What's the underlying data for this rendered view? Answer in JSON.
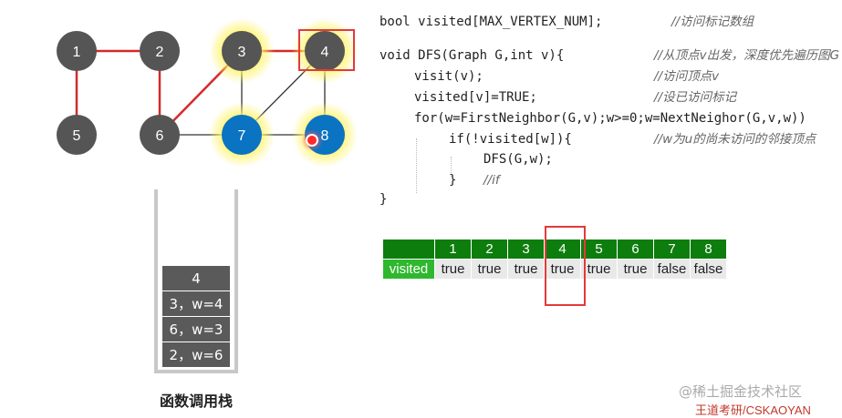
{
  "graph": {
    "nodes": [
      {
        "id": "1",
        "label": "1",
        "color": "#555555",
        "glow": false
      },
      {
        "id": "2",
        "label": "2",
        "color": "#555555",
        "glow": false
      },
      {
        "id": "3",
        "label": "3",
        "color": "#555555",
        "glow": true
      },
      {
        "id": "4",
        "label": "4",
        "color": "#555555",
        "glow": true
      },
      {
        "id": "5",
        "label": "5",
        "color": "#555555",
        "glow": false
      },
      {
        "id": "6",
        "label": "6",
        "color": "#555555",
        "glow": false
      },
      {
        "id": "7",
        "label": "7",
        "color": "#0a73c2",
        "glow": true
      },
      {
        "id": "8",
        "label": "8",
        "color": "#0a73c2",
        "glow": true
      }
    ],
    "edges": [
      {
        "from": "1",
        "to": "2",
        "traversed": true
      },
      {
        "from": "1",
        "to": "5",
        "traversed": true
      },
      {
        "from": "2",
        "to": "6",
        "traversed": true
      },
      {
        "from": "6",
        "to": "3",
        "traversed": true
      },
      {
        "from": "3",
        "to": "4",
        "traversed": true
      },
      {
        "from": "3",
        "to": "7",
        "traversed": false
      },
      {
        "from": "4",
        "to": "7",
        "traversed": false
      },
      {
        "from": "4",
        "to": "8",
        "traversed": false
      },
      {
        "from": "6",
        "to": "7",
        "traversed": false
      },
      {
        "from": "7",
        "to": "8",
        "traversed": false
      }
    ],
    "highlighted_node": "4",
    "colors": {
      "traversed_edge": "#d42a2a",
      "edge": "#333333",
      "highlight_box": "#e33a3a",
      "cursor": "#ff2a2a",
      "glow": "#fff36a"
    }
  },
  "stack": {
    "frames": [
      "4",
      "3，w=4",
      "6，w=3",
      "2，w=6"
    ],
    "label": "函数调用栈"
  },
  "code": {
    "l1": "bool visited[MAX_VERTEX_NUM];",
    "l1c": "//访问标记数组",
    "l2": "void DFS(Graph G,int v){",
    "l2c": "//从顶点v出发，深度优先遍历图G",
    "l3": "visit(v);",
    "l3c": "//访问顶点v",
    "l4": "visited[v]=TRUE;",
    "l4c": "//设已访问标记",
    "l5": "for(w=FirstNeighbor(G,v);w>=0;w=NextNeighor(G,v,w))",
    "l6": "if(!visited[w]){",
    "l6c": "//w为u的尚未访问的邻接顶点",
    "l7": "DFS(G,w);",
    "l8": "}",
    "l8c": "//if",
    "l9": "}"
  },
  "visited_table": {
    "headers": [
      "1",
      "2",
      "3",
      "4",
      "5",
      "6",
      "7",
      "8"
    ],
    "row_label": "visited",
    "values": [
      "true",
      "true",
      "true",
      "true",
      "true",
      "true",
      "false",
      "false"
    ],
    "highlighted_column": "4"
  },
  "watermark": {
    "line1": "@稀土掘金技术社区",
    "line2": "王道考研/CSKAOYAN"
  }
}
